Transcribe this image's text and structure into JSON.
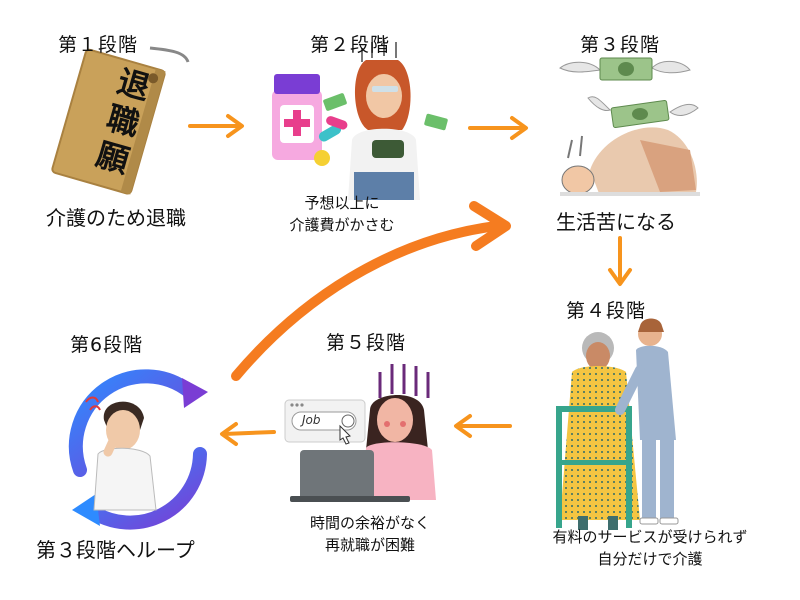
{
  "colors": {
    "arrow": "#F7941D",
    "arrow_dark": "#F57C20",
    "loop_a": "#2E6BE6",
    "loop_b": "#7B3FD1"
  },
  "stage1": {
    "title": "第１段階",
    "caption": "介護のため退職",
    "sign_text": [
      "退",
      "職",
      "願"
    ]
  },
  "stage2": {
    "title": "第２段階",
    "caption_lines": [
      "予想以上に",
      "介護費がかさむ"
    ]
  },
  "stage3": {
    "title": "第３段階",
    "caption": "生活苦になる"
  },
  "stage4": {
    "title": "第４段階",
    "caption_lines": [
      "有料のサービスが受けられず",
      "自分だけで介護"
    ]
  },
  "stage5": {
    "title": "第５段階",
    "caption_lines": [
      "時間の余裕がなく",
      "再就職が困難"
    ],
    "search_text": "Job"
  },
  "stage6": {
    "title": "第6段階",
    "caption": "第３段階ヘループ"
  }
}
